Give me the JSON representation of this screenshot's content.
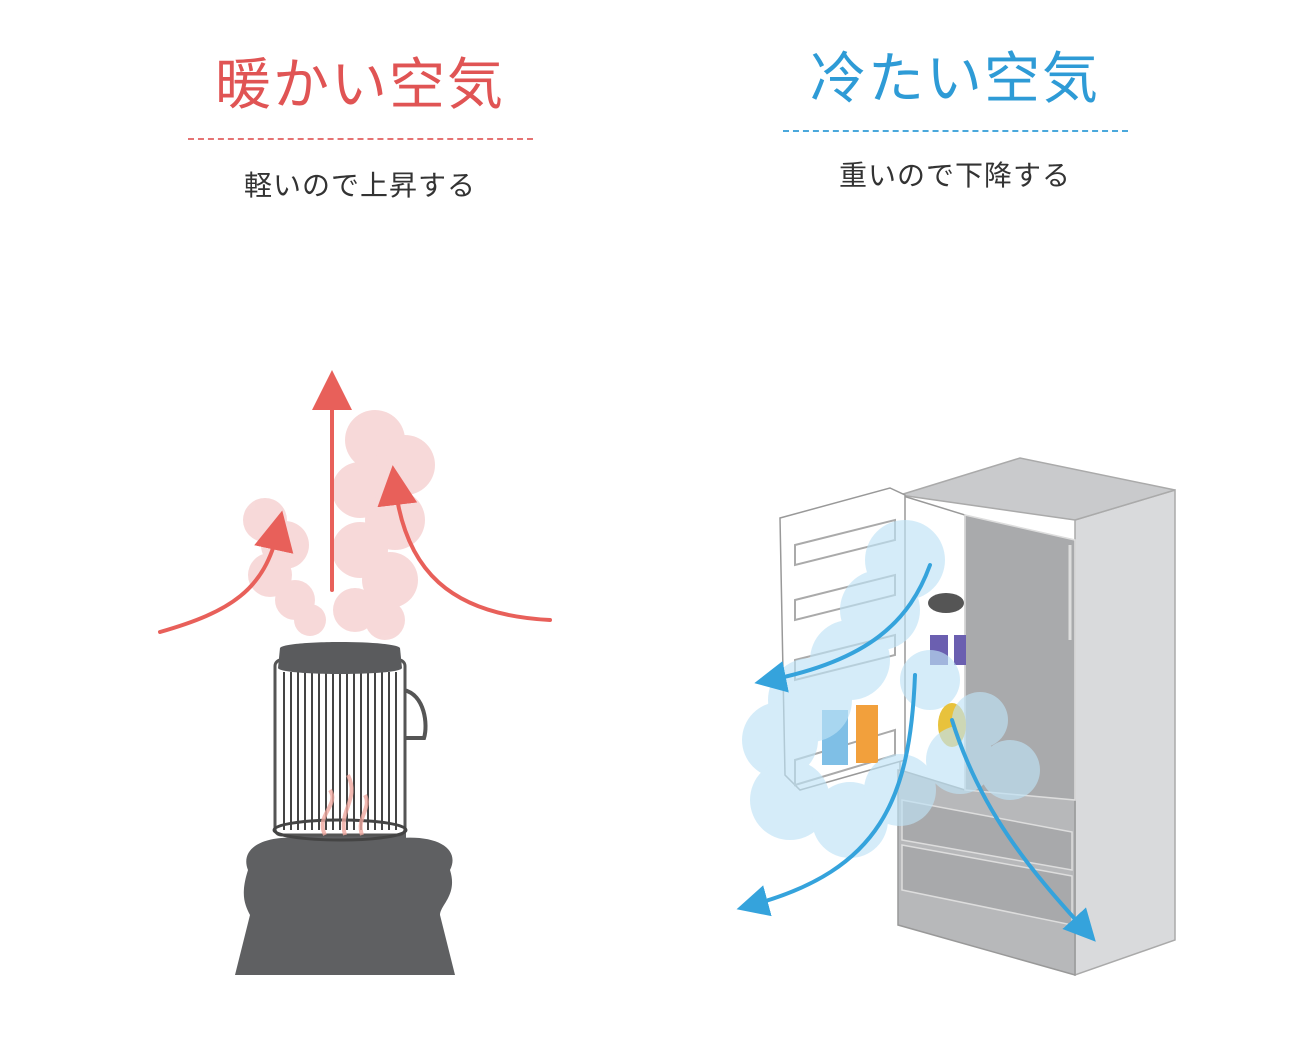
{
  "warm": {
    "title": "暖かい空気",
    "caption": "軽いので上昇する",
    "color": "#e05454"
  },
  "cold": {
    "title": "冷たい空気",
    "caption": "重いので下降する",
    "color": "#2e9bd6"
  },
  "icons": [
    "oil-heater-icon",
    "refrigerator-icon",
    "rising-arrow-icon",
    "falling-arrow-icon"
  ]
}
